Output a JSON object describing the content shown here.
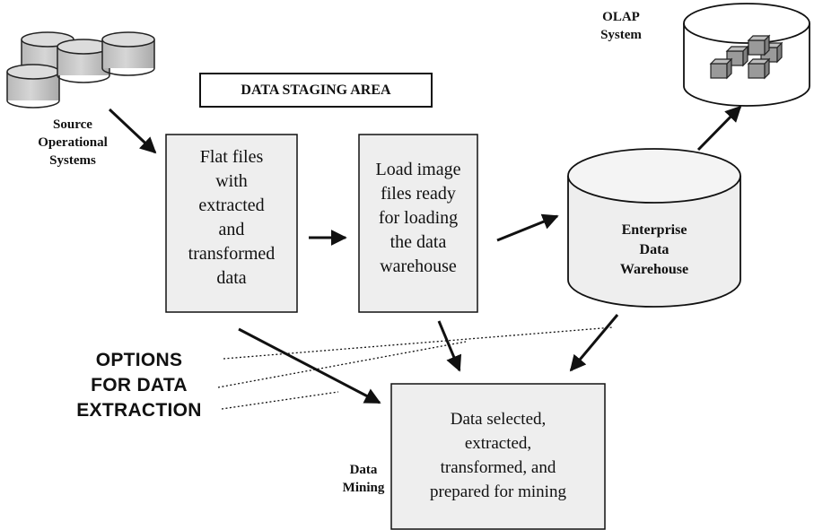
{
  "diagram": {
    "staging_area_title": "DATA STAGING AREA",
    "source_label": [
      "Source",
      "Operational",
      "Systems"
    ],
    "flat_files_text": [
      "Flat files",
      "with",
      "extracted",
      "and",
      "transformed",
      "data"
    ],
    "load_image_text": [
      "Load image",
      "files ready",
      "for loading",
      "the data",
      "warehouse"
    ],
    "warehouse_label": [
      "Enterprise",
      "Data",
      "Warehouse"
    ],
    "olap_label": [
      "OLAP",
      "System"
    ],
    "options_label": [
      "OPTIONS",
      "FOR DATA",
      "EXTRACTION"
    ],
    "mining_label": [
      "Data",
      "Mining"
    ],
    "mining_box_text": [
      "Data selected,",
      "extracted,",
      "transformed, and",
      "prepared for mining"
    ]
  },
  "colors": {
    "box_fill": "#eeeeee",
    "stroke": "#111111",
    "db_fill": "#c4c4c4",
    "cube_fill": "#9a9a9a"
  }
}
